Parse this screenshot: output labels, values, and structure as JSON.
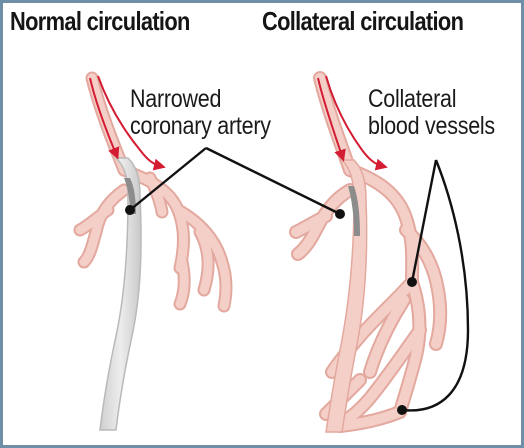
{
  "panels": {
    "normal": {
      "title": "Normal circulation"
    },
    "collateral": {
      "title": "Collateral circulation"
    }
  },
  "labels": {
    "narrowed_line1": "Narrowed",
    "narrowed_line2": "coronary artery",
    "collateral_line1": "Collateral",
    "collateral_line2": "blood vessels"
  },
  "colors": {
    "vessel_fill": "#f4cfc8",
    "vessel_edge": "#e3a89e",
    "blood_flow": "#d41c32",
    "blockage": "#8c8c8c",
    "pointer": "#111111",
    "frame": "#6f8fa6"
  }
}
